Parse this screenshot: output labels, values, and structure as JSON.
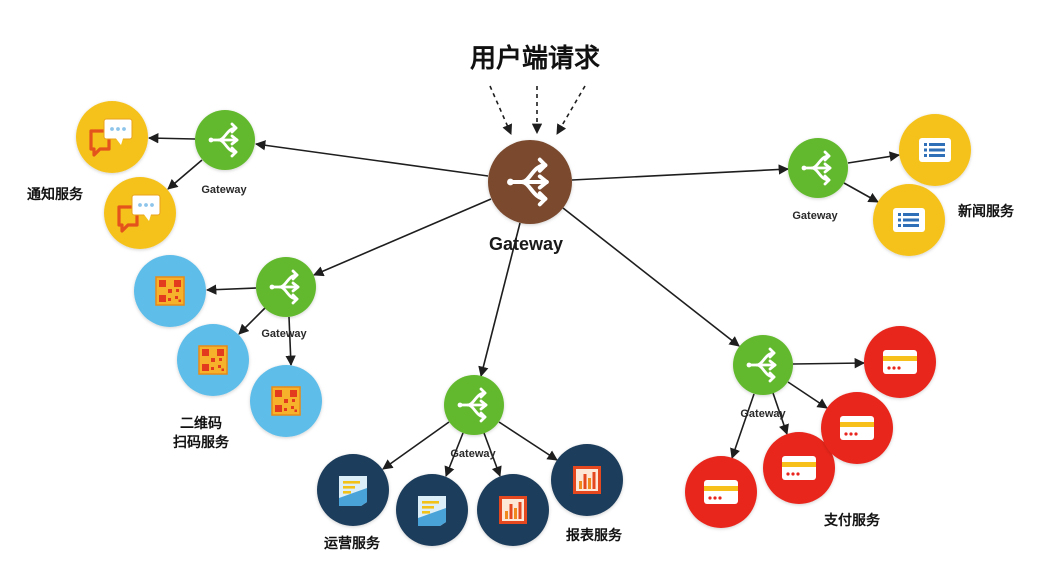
{
  "title": "用户端请求",
  "central_gateway": {
    "label": "Gateway",
    "icon": "gateway-split-icon"
  },
  "notification": {
    "gateway_label": "Gateway",
    "service_label": "通知服务",
    "icon": "chat-bubble-icon"
  },
  "qrcode": {
    "gateway_label": "Gateway",
    "service_label_lines": [
      "二维码",
      "扫码服务"
    ],
    "icon": "qr-code-icon"
  },
  "operations": {
    "gateway_label": "Gateway",
    "services": [
      {
        "label": "运营服务",
        "icon": "document-icon"
      },
      {
        "label": "报表服务",
        "icon": "bar-chart-icon"
      }
    ]
  },
  "payment": {
    "gateway_label": "Gateway",
    "service_label": "支付服务",
    "icon": "credit-card-icon"
  },
  "news": {
    "gateway_label": "Gateway",
    "service_label": "新闻服务",
    "icon": "news-list-icon"
  },
  "colors": {
    "central_gateway": "#7a4a2f",
    "gateway": "#63b92f",
    "notification": "#f5c21c",
    "qrcode": "#5ebde9",
    "operations": "#1f3d5b",
    "payment": "#e8261f",
    "news": "#f5c21c",
    "arrow": "#1e1e1e"
  }
}
